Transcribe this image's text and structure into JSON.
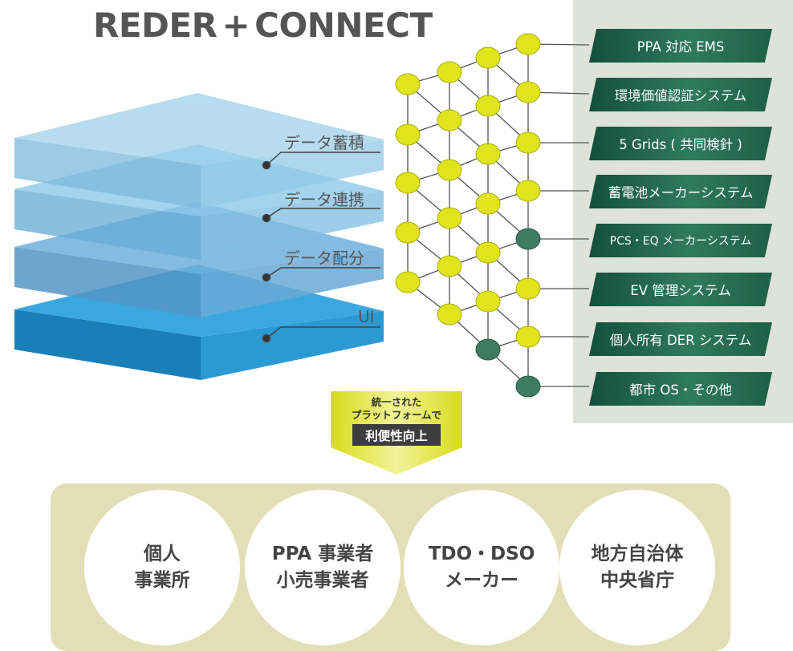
{
  "title": {
    "left": "REDER",
    "plus": "+",
    "right": "CONNECT"
  },
  "layers": [
    {
      "label": "データ蓄積",
      "color": "#8cc7e4"
    },
    {
      "label": "データ連携",
      "color": "#74b4dc"
    },
    {
      "label": "データ配分",
      "color": "#5fa3d2"
    },
    {
      "label": "UI",
      "color": "#2e95cf"
    }
  ],
  "systems": [
    "PPA 対応 EMS",
    "環境価値認証システム",
    "5 Grids ( 共同検針 )",
    "蓄電池メーカーシステム",
    "PCS・EQ メーカーシステム",
    "EV 管理システム",
    "個人所有 DER システム",
    "都市 OS・その他"
  ],
  "arrow": {
    "line1": "統一された",
    "line2": "プラットフォームで",
    "strong": "利便性向上"
  },
  "stakeholders": [
    {
      "line1": "個人",
      "line2": "事業所"
    },
    {
      "line1": "PPA 事業者",
      "line2": "小売事業者"
    },
    {
      "line1": "TDO・DSO",
      "line2": "メーカー"
    },
    {
      "line1": "地方自治体",
      "line2": "中央省庁"
    }
  ],
  "colors": {
    "node_yellow": "#dfe41c",
    "node_green": "#3f7a63",
    "label_green": "#1f5f48",
    "panel": "#dfe2da",
    "stakeholder_bar": "#e2dfb6"
  }
}
